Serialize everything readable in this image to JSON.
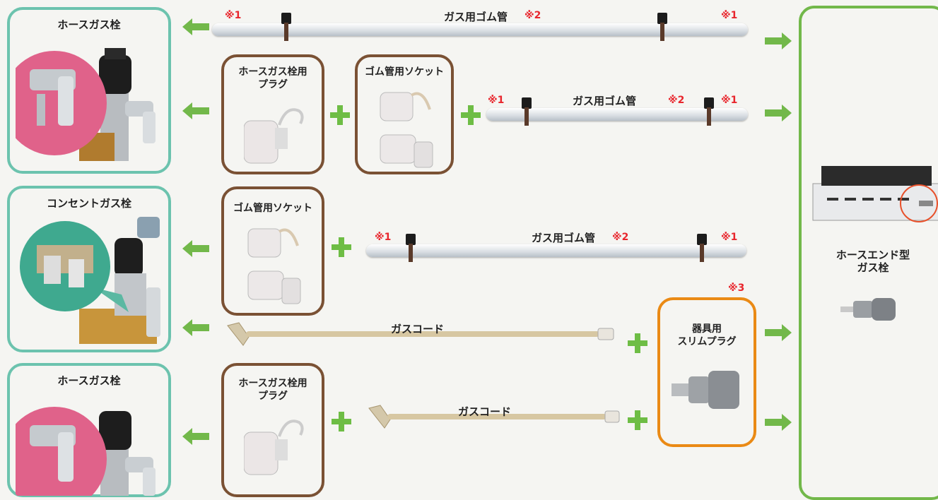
{
  "colors": {
    "teal": "#6cc3ae",
    "brown": "#7a5134",
    "orange": "#ea8a15",
    "green_arrow": "#72b84a",
    "red_note": "#e8262d"
  },
  "icons": [
    "hose-valve-icon",
    "outlet-valve-icon",
    "plug-icon",
    "socket-icon",
    "gas-cord-icon",
    "slim-plug-icon",
    "hose-end-valve-icon",
    "clamp-icon",
    "arrow-left-icon",
    "arrow-right-icon",
    "plus-icon"
  ],
  "left": {
    "hose_valve_top": "ホースガス栓",
    "concent_valve": "コンセントガス栓",
    "hose_valve_bottom": "ホースガス栓"
  },
  "right": {
    "hose_end_valve": "ホースエンド型\nガス栓"
  },
  "parts": {
    "hose_plug": "ホースガス栓用\nプラグ",
    "rubber_socket": "ゴム管用ソケット",
    "slim_plug": "器具用\nスリムプラグ"
  },
  "lines": {
    "rubber_hose": "ガス用ゴム管",
    "gas_cord": "ガスコード"
  },
  "notes": {
    "n1": "※1",
    "n2": "※2",
    "n3": "※3"
  }
}
